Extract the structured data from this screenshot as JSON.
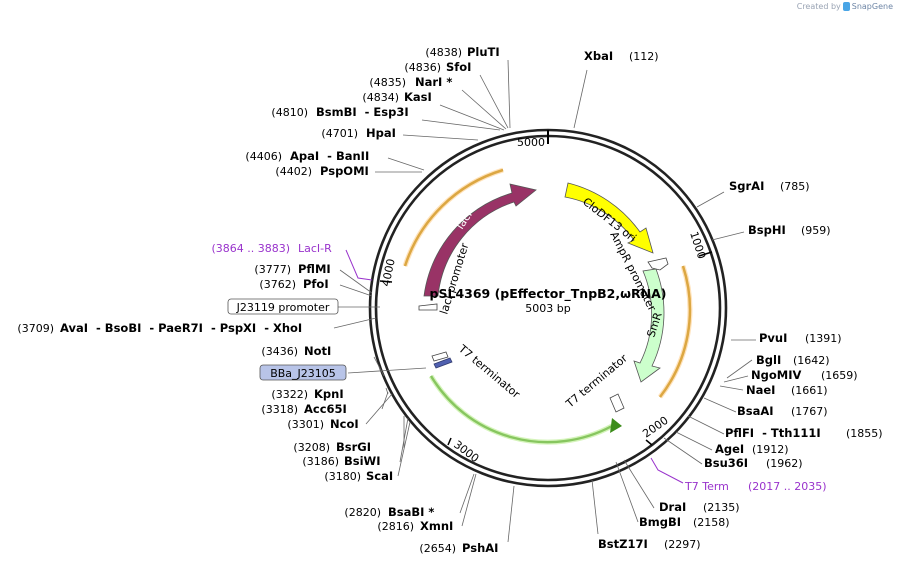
{
  "credit": {
    "created_by": "Created by",
    "brand": "SnapGene"
  },
  "plasmid": {
    "name": "pSL4369 (pEffector_TnpB2,ωRNA)",
    "size_label": "5003 bp",
    "length": 5003
  },
  "ticks": [
    {
      "pos": 5000,
      "label": "5000"
    },
    {
      "pos": 1000,
      "label": "1000"
    },
    {
      "pos": 2000,
      "label": "2000"
    },
    {
      "pos": 3000,
      "label": "3000"
    },
    {
      "pos": 4000,
      "label": "4000"
    }
  ],
  "features": [
    {
      "label": "lacI",
      "type": "cds",
      "color": "#993366",
      "text_color": "#ffffff",
      "start": 3800,
      "end": 4730,
      "direction": "fwd"
    },
    {
      "label": "CloDF13 ori",
      "type": "ori",
      "color": "#ffff00",
      "text_color": "#000000",
      "start": 120,
      "end": 860,
      "direction": "fwd"
    },
    {
      "label": "SmR",
      "type": "cds",
      "color": "#ccffcc",
      "text_color": "#000000",
      "start": 1070,
      "end": 1660,
      "direction": "rev"
    }
  ],
  "inner_labels": [
    {
      "text": "lacI promoter"
    },
    {
      "text": "AmpR promoter"
    },
    {
      "text": "T7 terminator"
    },
    {
      "text": "T7 terminator"
    }
  ],
  "boxed_labels": [
    {
      "text": "J23119 promoter",
      "fill": "#ffffff"
    },
    {
      "text": "BBa_J23105",
      "fill": "#b8c4e8"
    }
  ],
  "purple_labels": [
    {
      "name": "LacI-R",
      "pos": "(3864 .. 3883)",
      "color": "#9933cc"
    },
    {
      "name": "T7 Term",
      "pos": "(2017 .. 2035)",
      "color": "#9933cc"
    }
  ],
  "sites": [
    {
      "name": "PluTI",
      "pos": "(4838)"
    },
    {
      "name": "SfoI",
      "pos": "(4836)"
    },
    {
      "name": "NarI *",
      "pos": "(4835)"
    },
    {
      "name": "KasI",
      "pos": "(4834)"
    },
    {
      "name": "BsmBI  - Esp3I",
      "pos": "(4810)"
    },
    {
      "name": "HpaI",
      "pos": "(4701)"
    },
    {
      "name": "ApaI  - BanII",
      "pos": "(4406)"
    },
    {
      "name": "PspOMI",
      "pos": "(4402)"
    },
    {
      "name": "XbaI",
      "pos": "(112)"
    },
    {
      "name": "SgrAI",
      "pos": "(785)"
    },
    {
      "name": "BspHI",
      "pos": "(959)"
    },
    {
      "name": "PvuI",
      "pos": "(1391)"
    },
    {
      "name": "BglI",
      "pos": "(1642)"
    },
    {
      "name": "NgoMIV",
      "pos": "(1659)"
    },
    {
      "name": "NaeI",
      "pos": "(1661)"
    },
    {
      "name": "BsaAI",
      "pos": "(1767)"
    },
    {
      "name": "PflFI  - Tth111I",
      "pos": "(1855)"
    },
    {
      "name": "AgeI",
      "pos": "(1912)"
    },
    {
      "name": "Bsu36I",
      "pos": "(1962)"
    },
    {
      "name": "DraI",
      "pos": "(2135)"
    },
    {
      "name": "BmgBI",
      "pos": "(2158)"
    },
    {
      "name": "BstZ17I",
      "pos": "(2297)"
    },
    {
      "name": "PshAI",
      "pos": "(2654)"
    },
    {
      "name": "XmnI",
      "pos": "(2816)"
    },
    {
      "name": "BsaBI *",
      "pos": "(2820)"
    },
    {
      "name": "ScaI",
      "pos": "(3180)"
    },
    {
      "name": "BsiWI",
      "pos": "(3186)"
    },
    {
      "name": "BsrGI",
      "pos": "(3208)"
    },
    {
      "name": "NcoI",
      "pos": "(3301)"
    },
    {
      "name": "Acc65I",
      "pos": "(3318)"
    },
    {
      "name": "KpnI",
      "pos": "(3322)"
    },
    {
      "name": "NotI",
      "pos": "(3436)"
    },
    {
      "name": "AvaI  - BsoBI  - PaeR7I  - PspXI  - XhoI",
      "pos": "(3709)"
    },
    {
      "name": "PfoI",
      "pos": "(3762)"
    },
    {
      "name": "PflMI",
      "pos": "(3777)"
    }
  ]
}
